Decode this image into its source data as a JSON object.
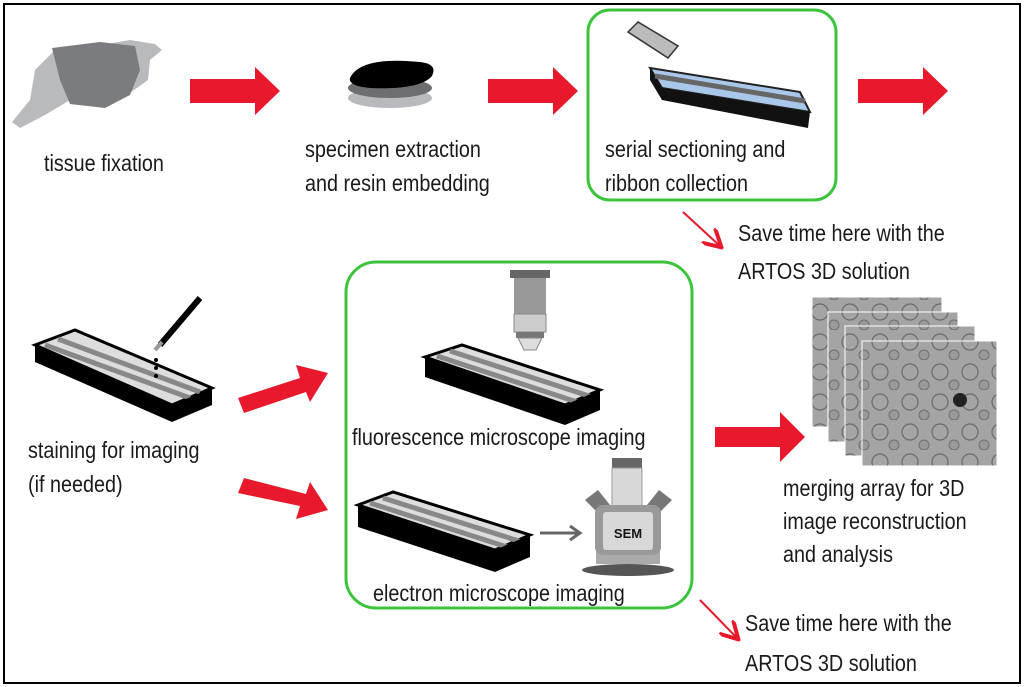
{
  "steps": {
    "tissue_fixation": "tissue fixation",
    "extraction": [
      "specimen  extraction",
      "and resin embedding"
    ],
    "sectioning": [
      "serial sectioning and",
      "ribbon collection"
    ],
    "staining": [
      "staining for imaging",
      "(if needed)"
    ],
    "fluorescence": "fluorescence microscope imaging",
    "electron": "electron microscope imaging",
    "sem_label": "SEM",
    "merging": [
      "merging array for 3D",
      "image  reconstruction",
      "and analysis"
    ]
  },
  "callouts": [
    [
      "Save time here with the",
      "ARTOS 3D solution"
    ],
    [
      "Save time here with the",
      "ARTOS 3D solution"
    ]
  ],
  "colors": {
    "arrow": "#e8192c",
    "highlight_box": "#3cc43c",
    "frame": "#000000"
  }
}
